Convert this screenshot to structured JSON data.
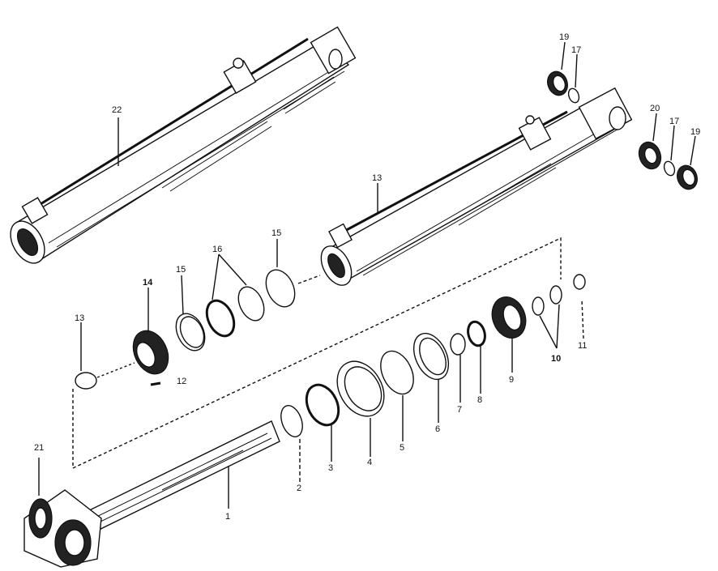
{
  "labels": {
    "l1": "1",
    "l2": "2",
    "l3": "3",
    "l4": "4",
    "l5": "5",
    "l6": "6",
    "l7": "7",
    "l8": "8",
    "l9": "9",
    "l10": "10",
    "l11": "11",
    "l12": "12",
    "l13a": "13",
    "l13b": "13",
    "l14": "14",
    "l15a": "15",
    "l15b": "15",
    "l16": "16",
    "l17a": "17",
    "l17b": "17",
    "l19a": "19",
    "l19b": "19",
    "l20": "20",
    "l21": "21",
    "l22": "22"
  }
}
